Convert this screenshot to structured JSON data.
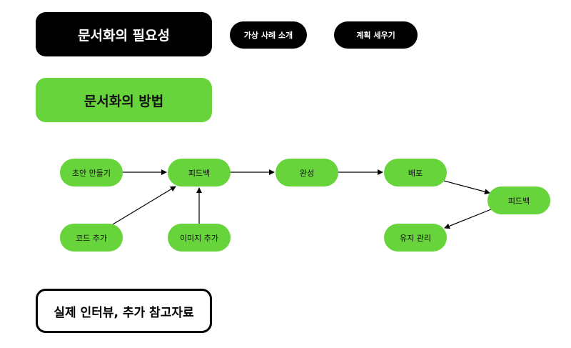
{
  "top_buttons": {
    "necessity": "문서화의 필요성",
    "case_intro": "가상 사례 소개",
    "planning": "계획 세우기"
  },
  "method_header": "문서화의 방법",
  "flow": {
    "draft": "초안 만들기",
    "feedback_1": "피드백",
    "complete": "완성",
    "deploy": "배포",
    "feedback_2": "피드백",
    "add_code": "코드 추가",
    "add_image": "이미지 추가",
    "maintenance": "유지 관리"
  },
  "bottom_button": "실제 인터뷰, 추가 참고자료",
  "colors": {
    "black_button": "#000000",
    "green_node": "#67d43c",
    "arrow": "#000000"
  }
}
